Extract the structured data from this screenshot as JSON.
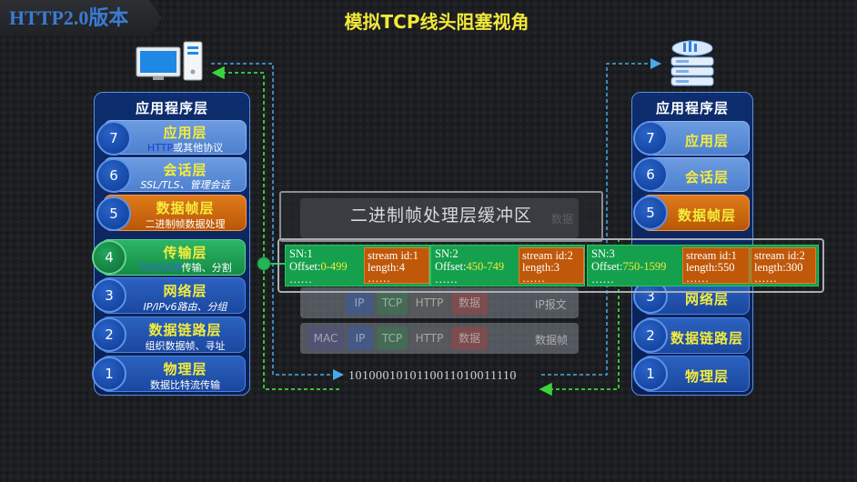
{
  "header": {
    "version_badge": "HTTP2.0版本",
    "title": "模拟TCP线头阻塞视角"
  },
  "left_stack": {
    "title": "应用程序层",
    "layers": [
      {
        "num": "7",
        "name": "应用层",
        "desc_hl": "HTTP",
        "desc": "或其他协议"
      },
      {
        "num": "6",
        "name": "会话层",
        "desc": "SSL/TLS、管理会话"
      },
      {
        "num": "5",
        "name": "数据帧层",
        "desc": "二进制帧数据处理"
      },
      {
        "num": "4",
        "name": "传输层",
        "desc_hl": "TCP/UDP",
        "desc": "传输、分割"
      },
      {
        "num": "3",
        "name": "网络层",
        "desc": "IP/IPv6路由、分组"
      },
      {
        "num": "2",
        "name": "数据链路层",
        "desc": "组织数据帧、寻址"
      },
      {
        "num": "1",
        "name": "物理层",
        "desc": "数据比特流传输"
      }
    ]
  },
  "right_stack": {
    "title": "应用程序层",
    "layers": [
      {
        "num": "7",
        "name": "应用层"
      },
      {
        "num": "6",
        "name": "会话层"
      },
      {
        "num": "5",
        "name": "数据帧层"
      },
      {
        "num": "3",
        "name": "网络层"
      },
      {
        "num": "2",
        "name": "数据链路层"
      },
      {
        "num": "1",
        "name": "物理层"
      }
    ]
  },
  "buffer": {
    "title": "二进制帧处理层缓冲区",
    "ghost_data_label": "数据",
    "ip_row": {
      "cells": [
        "IP",
        "TCP",
        "HTTP",
        "数据"
      ],
      "label": "IP报文"
    },
    "mac_row": {
      "cells": [
        "MAC",
        "IP",
        "TCP",
        "HTTP",
        "数据"
      ],
      "label": "数据帧"
    }
  },
  "frames": [
    {
      "sn": "SN:1",
      "offset_label": "Offset:",
      "offset": "0-499",
      "more": "……",
      "metas": [
        {
          "stream": "stream id:1",
          "length": "length:4",
          "more": "……"
        }
      ]
    },
    {
      "sn": "SN:2",
      "offset_label": "Offset:",
      "offset": "450-749",
      "more": "……",
      "metas": [
        {
          "stream": "stream id:2",
          "length": "length:3",
          "more": "……"
        }
      ]
    },
    {
      "sn": "SN:3",
      "offset_label": "Offset:",
      "offset": "750-1599",
      "more": "……",
      "metas": [
        {
          "stream": "stream id:1",
          "length": "length:550",
          "more": "……"
        },
        {
          "stream": "stream id:2",
          "length": "length:300",
          "more": "……"
        }
      ]
    }
  ],
  "bitstream": "1010001010110011010011110",
  "icons": [
    "desktop-computer-icon",
    "server-icon"
  ],
  "colors": {
    "title": "#f2e83a",
    "badge": "#3b7bd4",
    "layer_blue": "#5a8ed9",
    "layer_orange": "#c8620d",
    "layer_green": "#1fa257",
    "frame_green": "#15a04d",
    "arrow_blue": "#4aa8e8",
    "arrow_green": "#3bd43b"
  }
}
